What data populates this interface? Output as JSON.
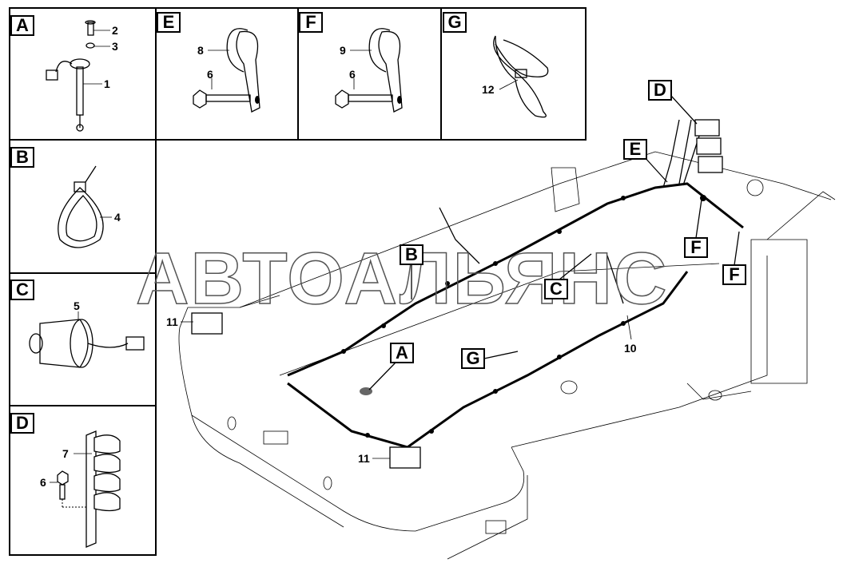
{
  "watermark": "АВТОАЛЬЯНС",
  "panels": [
    {
      "letter": "A",
      "callouts": [
        "2",
        "3",
        "1"
      ]
    },
    {
      "letter": "E",
      "callouts": [
        "8",
        "6"
      ]
    },
    {
      "letter": "F",
      "callouts": [
        "9",
        "6"
      ]
    },
    {
      "letter": "G",
      "callouts": [
        "12"
      ]
    },
    {
      "letter": "B",
      "callouts": [
        "4"
      ]
    },
    {
      "letter": "C",
      "callouts": [
        "5"
      ]
    },
    {
      "letter": "D",
      "callouts": [
        "7",
        "6"
      ]
    }
  ],
  "main_callouts": {
    "letters": [
      "D",
      "E",
      "B",
      "C",
      "F",
      "F",
      "A",
      "G"
    ],
    "numbers": [
      "11",
      "10",
      "11"
    ]
  }
}
